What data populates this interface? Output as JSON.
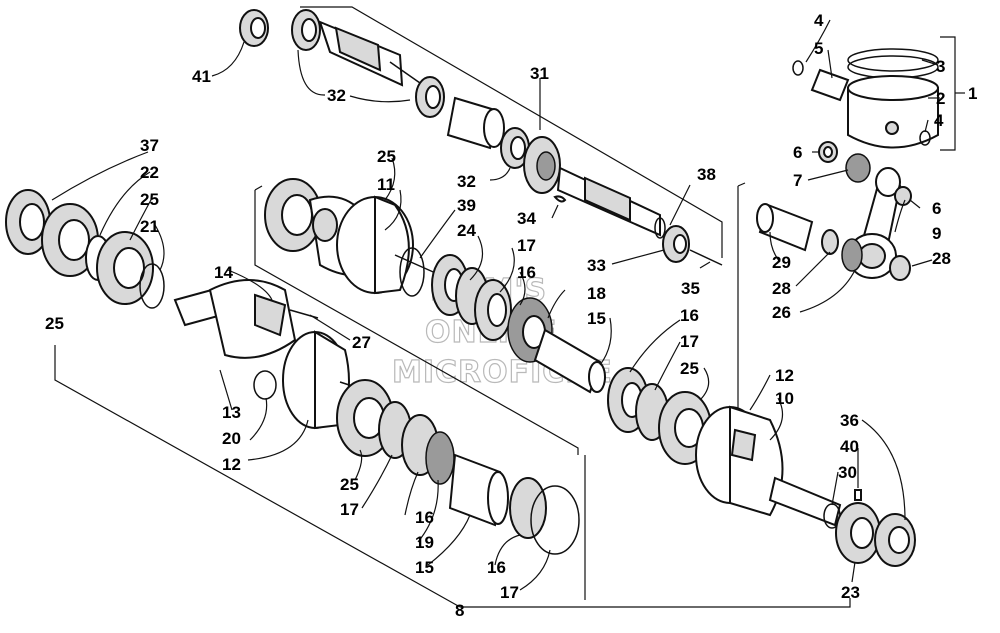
{
  "watermark": {
    "line1": "MSM'S",
    "line2": "ONLINE",
    "line3": "MICROFICHE"
  },
  "callouts": [
    {
      "id": "c1",
      "text": "1"
    },
    {
      "id": "c2",
      "text": "2"
    },
    {
      "id": "c3",
      "text": "3"
    },
    {
      "id": "c4a",
      "text": "4"
    },
    {
      "id": "c4b",
      "text": "4"
    },
    {
      "id": "c5",
      "text": "5"
    },
    {
      "id": "c6a",
      "text": "6"
    },
    {
      "id": "c6b",
      "text": "6"
    },
    {
      "id": "c7",
      "text": "7"
    },
    {
      "id": "c8",
      "text": "8"
    },
    {
      "id": "c9",
      "text": "9"
    },
    {
      "id": "c10",
      "text": "10"
    },
    {
      "id": "c11",
      "text": "11"
    },
    {
      "id": "c12a",
      "text": "12"
    },
    {
      "id": "c12b",
      "text": "12"
    },
    {
      "id": "c13",
      "text": "13"
    },
    {
      "id": "c14",
      "text": "14"
    },
    {
      "id": "c15a",
      "text": "15"
    },
    {
      "id": "c15b",
      "text": "15"
    },
    {
      "id": "c16a",
      "text": "16"
    },
    {
      "id": "c16b",
      "text": "16"
    },
    {
      "id": "c16c",
      "text": "16"
    },
    {
      "id": "c16d",
      "text": "16"
    },
    {
      "id": "c17a",
      "text": "17"
    },
    {
      "id": "c17b",
      "text": "17"
    },
    {
      "id": "c17c",
      "text": "17"
    },
    {
      "id": "c17d",
      "text": "17"
    },
    {
      "id": "c18",
      "text": "18"
    },
    {
      "id": "c19",
      "text": "19"
    },
    {
      "id": "c20",
      "text": "20"
    },
    {
      "id": "c21",
      "text": "21"
    },
    {
      "id": "c22",
      "text": "22"
    },
    {
      "id": "c23",
      "text": "23"
    },
    {
      "id": "c24",
      "text": "24"
    },
    {
      "id": "c25a",
      "text": "25"
    },
    {
      "id": "c25b",
      "text": "25"
    },
    {
      "id": "c25c",
      "text": "25"
    },
    {
      "id": "c25d",
      "text": "25"
    },
    {
      "id": "c25e",
      "text": "25"
    },
    {
      "id": "c26",
      "text": "26"
    },
    {
      "id": "c27",
      "text": "27"
    },
    {
      "id": "c28a",
      "text": "28"
    },
    {
      "id": "c28b",
      "text": "28"
    },
    {
      "id": "c29",
      "text": "29"
    },
    {
      "id": "c30",
      "text": "30"
    },
    {
      "id": "c31",
      "text": "31"
    },
    {
      "id": "c32a",
      "text": "32"
    },
    {
      "id": "c32b",
      "text": "32"
    },
    {
      "id": "c33",
      "text": "33"
    },
    {
      "id": "c34",
      "text": "34"
    },
    {
      "id": "c35",
      "text": "35"
    },
    {
      "id": "c36",
      "text": "36"
    },
    {
      "id": "c37",
      "text": "37"
    },
    {
      "id": "c38",
      "text": "38"
    },
    {
      "id": "c39",
      "text": "39"
    },
    {
      "id": "c40",
      "text": "40"
    },
    {
      "id": "c41",
      "text": "41"
    }
  ]
}
